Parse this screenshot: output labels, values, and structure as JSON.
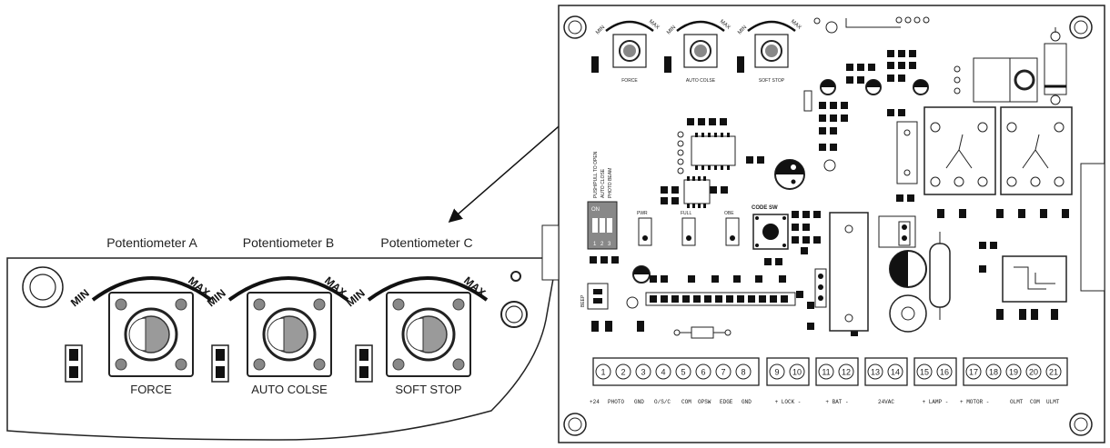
{
  "zoom_panel": {
    "pot_labels": [
      "Potentiometer A",
      "Potentiometer B",
      "Potentiometer C"
    ],
    "knobs": [
      {
        "name": "FORCE",
        "min": "MIN",
        "max": "MAX"
      },
      {
        "name": "AUTO COLSE",
        "min": "MIN",
        "max": "MAX"
      },
      {
        "name": "SOFT STOP",
        "min": "MIN",
        "max": "MAX"
      }
    ]
  },
  "board": {
    "dip_switch": {
      "on_label": "ON",
      "positions": [
        "1",
        "2",
        "3"
      ],
      "functions": [
        "PUSH/PULL TO OPEN",
        "AUTO CLOSE",
        "PHOTO BEAM"
      ]
    },
    "code_sw_label": "CODE SW",
    "small_buttons": [
      "PWR",
      "FULL",
      "OBE"
    ],
    "beep_label": "BEEP",
    "terminal_numbers": [
      "1",
      "2",
      "3",
      "4",
      "5",
      "6",
      "7",
      "8",
      "9",
      "10",
      "11",
      "12",
      "13",
      "14",
      "15",
      "16",
      "17",
      "18",
      "19",
      "20",
      "21"
    ],
    "terminal_labels": [
      "+24",
      "PHOTO",
      "GND",
      "O/S/C",
      "COM",
      "OPSW",
      "EDGE",
      "GND",
      "+ LOCK -",
      "+ BAT -",
      "24VAC",
      "+ LAMP -",
      "+ MOTOR -",
      "OLMT",
      "COM",
      "ULMT"
    ]
  }
}
